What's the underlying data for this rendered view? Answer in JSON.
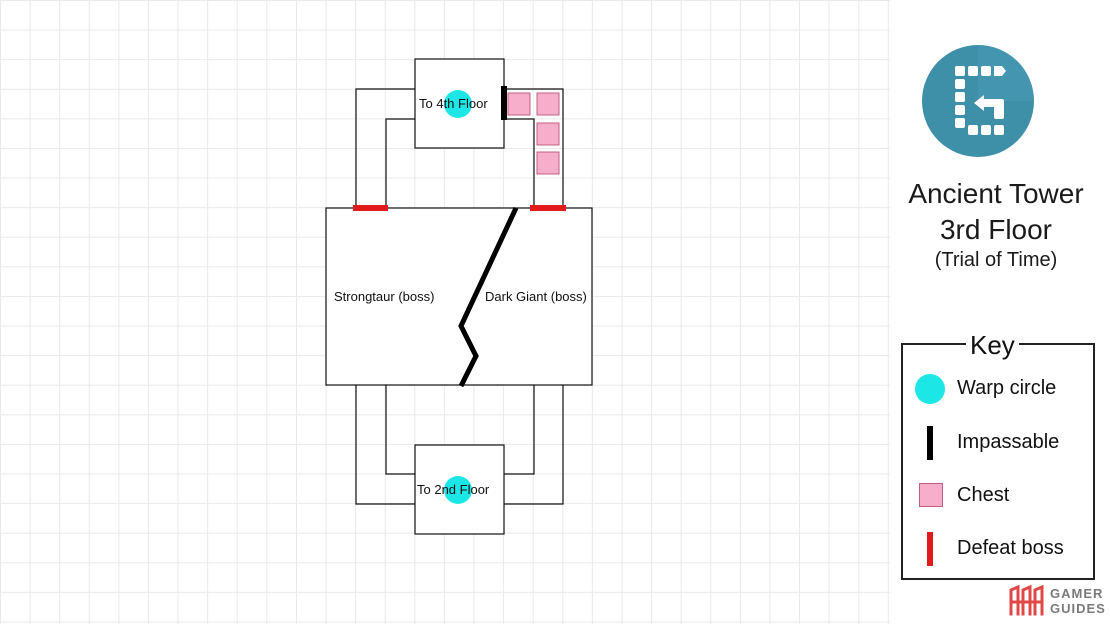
{
  "map": {
    "rooms": {
      "top_room_label": "To 4th Floor",
      "bottom_room_label": "To 2nd Floor",
      "left_boss_label": "Strongtaur (boss)",
      "right_boss_label": "Dark Giant (boss)"
    },
    "colors": {
      "warp": "#1de6e6",
      "impassable": "#000000",
      "chest": "#f7aeca",
      "defeat_boss": "#e11b1b",
      "walls": "#111111",
      "grid": "#e9e9e9"
    }
  },
  "sidebar": {
    "logo_icon": "gamer-guides-tower-logo-icon",
    "title_line_1": "Ancient Tower",
    "title_line_2": "3rd Floor",
    "title_line_3": "(Trial of Time)"
  },
  "key": {
    "title": "Key",
    "items": [
      {
        "icon": "warp-circle-icon",
        "label": "Warp circle"
      },
      {
        "icon": "impassable-icon",
        "label": "Impassable"
      },
      {
        "icon": "chest-icon",
        "label": "Chest"
      },
      {
        "icon": "defeat-boss-icon",
        "label": "Defeat boss"
      }
    ]
  },
  "branding": {
    "line_1": "GAMER",
    "line_2": "GUIDES"
  }
}
